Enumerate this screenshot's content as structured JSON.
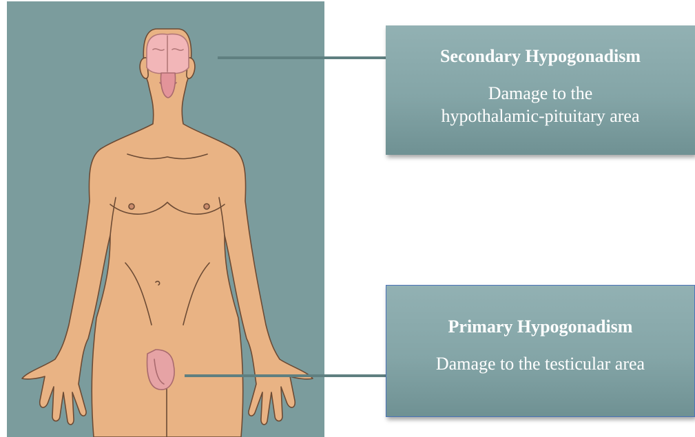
{
  "callouts": {
    "secondary": {
      "title": "Secondary Hypogonadism",
      "desc_line1": "Damage to the",
      "desc_line2": "hypothalamic-pituitary area"
    },
    "primary": {
      "title": "Primary Hypogonadism",
      "desc": "Damage to the testicular area"
    }
  },
  "colors": {
    "panel": "#7b9c9d",
    "skin": "#e9b384",
    "organ": "#eaa3a6",
    "callout": "#86a7a9",
    "leader": "#5f7f80"
  }
}
